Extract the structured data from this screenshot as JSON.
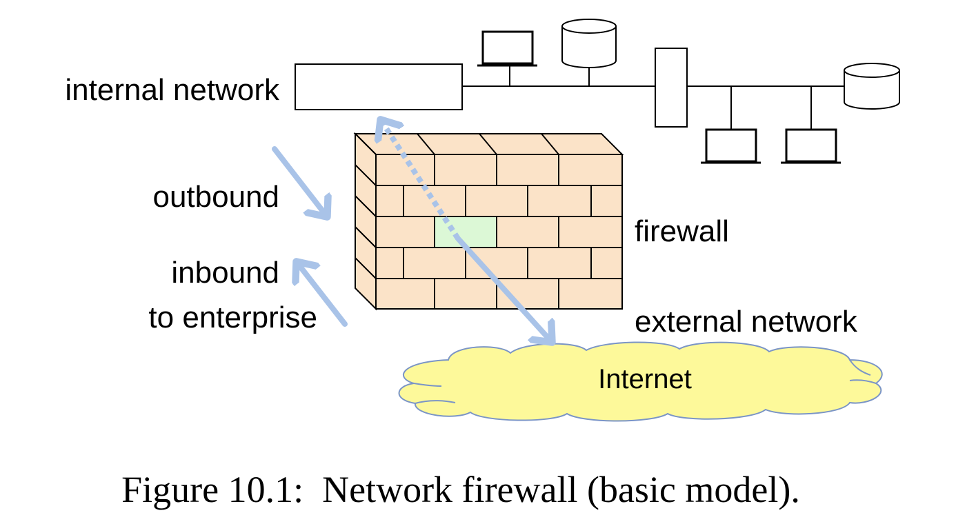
{
  "labels": {
    "internal_network": "internal network",
    "outbound": "outbound",
    "inbound": "inbound",
    "to_enterprise": "to enterprise",
    "firewall": "firewall",
    "external_network": "external network",
    "internet": "Internet"
  },
  "caption": "Figure 10.1:  Network firewall (basic model).",
  "colors": {
    "brick": "#fbe3c8",
    "open_brick": "#dcf8d6",
    "arrow": "#a9c3e8",
    "cloud_fill": "#fdf99a",
    "cloud_stroke": "#7b95c6"
  }
}
